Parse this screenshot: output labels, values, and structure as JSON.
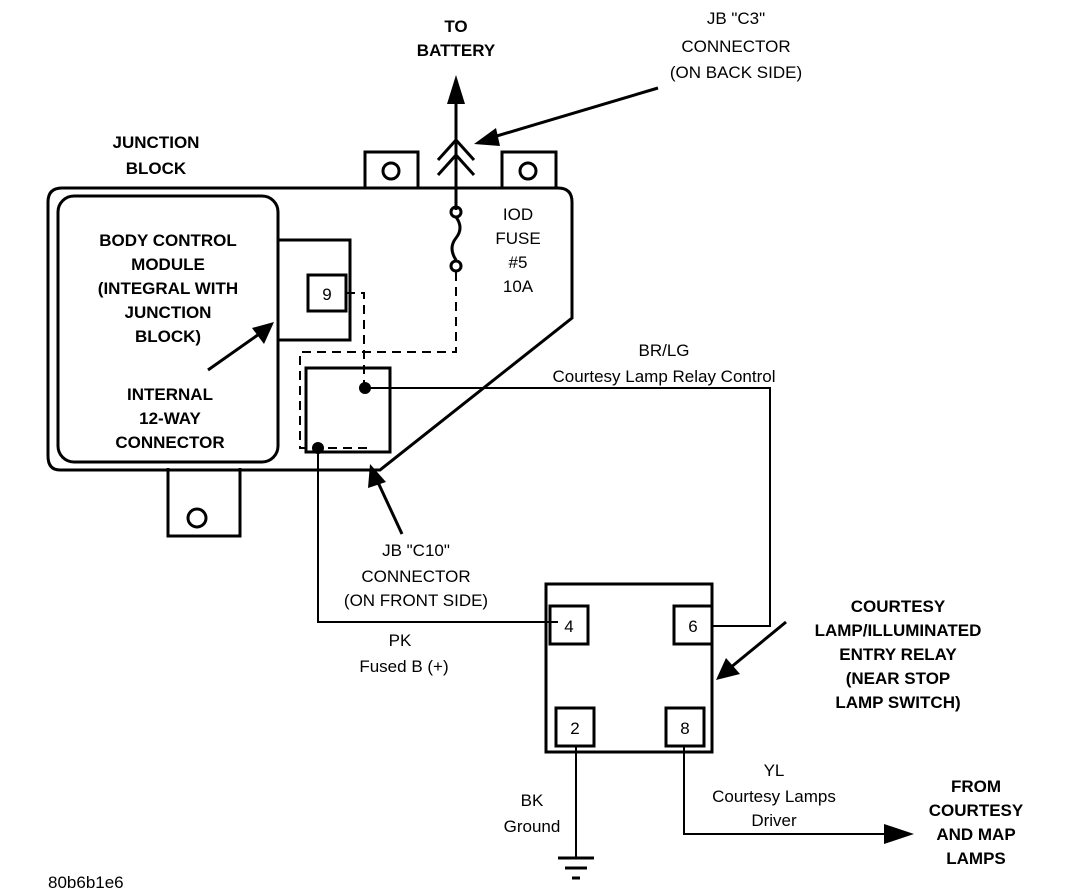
{
  "labels": {
    "to_battery": [
      "TO",
      "BATTERY"
    ],
    "jb_c3": [
      "JB \"C3\"",
      "CONNECTOR",
      "(ON BACK SIDE)"
    ],
    "junction_block": [
      "JUNCTION",
      "BLOCK"
    ],
    "bcm": [
      "BODY CONTROL",
      "MODULE",
      "(INTEGRAL WITH",
      "JUNCTION",
      "BLOCK)"
    ],
    "internal_connector": [
      "INTERNAL",
      "12-WAY",
      "CONNECTOR"
    ],
    "fuse": [
      "IOD",
      "FUSE",
      "#5",
      "10A"
    ],
    "br_lg": [
      "BR/LG",
      "Courtesy Lamp Relay Control"
    ],
    "jb_c10": [
      "JB \"C10\"",
      "CONNECTOR",
      "(ON FRONT SIDE)"
    ],
    "pk": [
      "PK",
      "Fused B (+)"
    ],
    "relay": [
      "COURTESY",
      "LAMP/ILLUMINATED",
      "ENTRY RELAY",
      "(NEAR STOP",
      "LAMP SWITCH)"
    ],
    "bk": [
      "BK",
      "Ground"
    ],
    "yl": [
      "YL",
      "Courtesy Lamps",
      "Driver"
    ],
    "from_courtesy": [
      "FROM",
      "COURTESY",
      "AND MAP",
      "LAMPS"
    ],
    "figure_id": "80b6b1e6"
  },
  "pins": {
    "bcm_pin": "9",
    "relay_pin_4": "4",
    "relay_pin_6": "6",
    "relay_pin_2": "2",
    "relay_pin_8": "8"
  }
}
